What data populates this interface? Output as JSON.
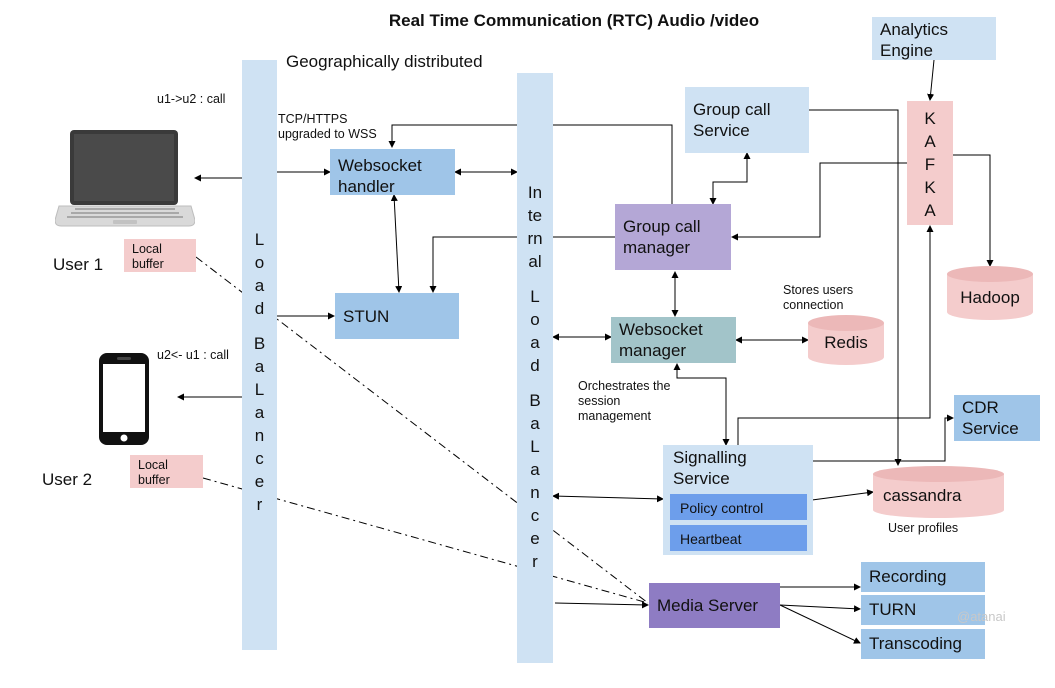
{
  "title": "Real Time Communication (RTC) Audio /video",
  "geo_label": "Geographically distributed",
  "users": {
    "user1": {
      "label": "User 1",
      "buffer": "Local buffer",
      "call_note": "u1->u2 : call"
    },
    "user2": {
      "label": "User 2",
      "buffer": "Local buffer",
      "call_note": "u2<- u1 : call"
    }
  },
  "tcp_note": "TCP/HTTPS upgraded to WSS",
  "load_balancer": [
    "L",
    "o",
    "a",
    "d",
    "",
    "B",
    "a",
    "L",
    "a",
    "n",
    "c",
    "e",
    "r"
  ],
  "internal_lb": [
    "In",
    "te",
    "rn",
    "al",
    "",
    "L",
    "o",
    "a",
    "d",
    "",
    "B",
    "a",
    "L",
    "a",
    "n",
    "c",
    "e",
    "r"
  ],
  "components": {
    "websocket_handler": "Websocket handler",
    "stun": "STUN",
    "group_call_service": "Group call Service",
    "group_call_manager": "Group call manager",
    "websocket_manager": "Websocket manager",
    "signalling_service": "Signalling Service",
    "policy_control": "Policy control",
    "heartbeat": "Heartbeat",
    "media_server": "Media Server",
    "recording": "Recording",
    "turn": "TURN",
    "transcoding": "Transcoding",
    "analytics_engine": "Analytics Engine",
    "kafka": [
      "K",
      "A",
      "F",
      "K",
      "A"
    ],
    "hadoop": "Hadoop",
    "redis": "Redis",
    "cdr_service": "CDR Service",
    "cassandra": "cassandra"
  },
  "notes": {
    "redis": "Stores users connection",
    "orchestrates": "Orchestrates the session management",
    "cassandra": "User profiles"
  },
  "watermark": "@atanai"
}
